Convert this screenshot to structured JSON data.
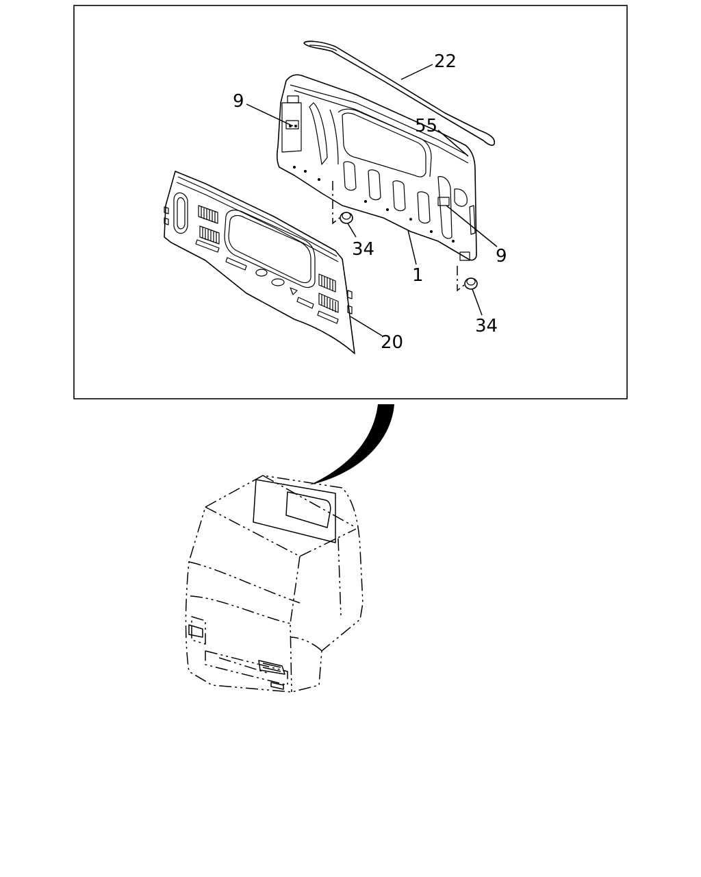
{
  "callouts": {
    "c22": "22",
    "c9a": "9",
    "c55": "55",
    "c9b": "9",
    "c34a": "34",
    "c1": "1",
    "c34b": "34",
    "c20": "20"
  },
  "colors": {
    "line": "#000000",
    "background": "#ffffff"
  }
}
